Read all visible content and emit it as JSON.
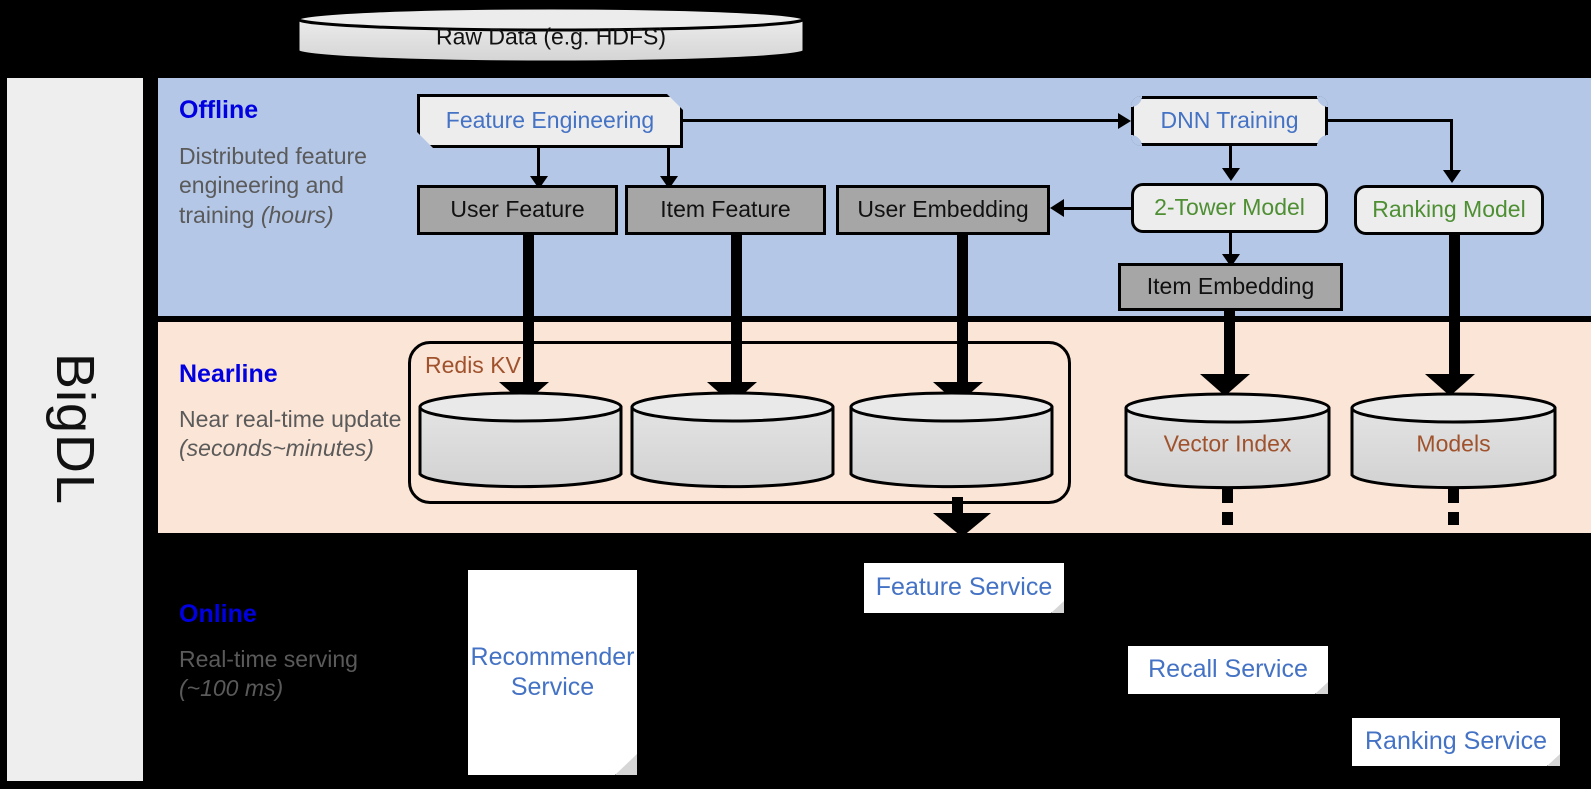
{
  "framework": {
    "name": "BigDL"
  },
  "top_source": {
    "label": "Raw Data (e.g. HDFS)"
  },
  "bands": {
    "offline": {
      "title": "Offline",
      "description": "Distributed feature engineering and training (hours)",
      "desc_plain": "Distributed feature engineering and training ",
      "desc_italic": "(hours)",
      "bg": "#b4c7e7",
      "title_color": "#0000e0"
    },
    "nearline": {
      "title": "Nearline",
      "description": "Near real-time update (seconds~minutes)",
      "desc_plain": "Near real-time update ",
      "desc_italic": "(seconds~minutes)",
      "bg": "#fbe5d6",
      "title_color": "#0000e0"
    },
    "online": {
      "title": "Online",
      "description": "Real-time serving (~100 ms)",
      "desc_plain": "Real-time serving ",
      "desc_italic": "(~100 ms)",
      "bg": "#000000",
      "title_color": "#1a1aff"
    }
  },
  "offline_nodes": {
    "feature_engineering": {
      "label": "Feature Engineering",
      "text_color": "#4472c4",
      "fill": "#ededed"
    },
    "dnn_training": {
      "label": "DNN Training",
      "text_color": "#4472c4",
      "fill": "#ededed"
    },
    "two_tower_model": {
      "label": "2-Tower Model",
      "text_color": "#4e8f33",
      "fill": "#ededed"
    },
    "ranking_model": {
      "label": "Ranking Model",
      "text_color": "#4e8f33",
      "fill": "#ededed"
    },
    "user_feature": {
      "label": "User Feature",
      "fill": "#a6a6a6"
    },
    "item_feature": {
      "label": "Item Feature",
      "fill": "#a6a6a6"
    },
    "user_embedding": {
      "label": "User Embedding",
      "fill": "#a6a6a6"
    },
    "item_embedding": {
      "label": "Item Embedding",
      "fill": "#a6a6a6"
    }
  },
  "nearline_nodes": {
    "redis_kv": {
      "label": "Redis KV",
      "text_color": "#a0522d"
    },
    "store_user_feature": {
      "label": ""
    },
    "store_item_feature": {
      "label": ""
    },
    "store_user_embedding": {
      "label": ""
    },
    "vector_index": {
      "label": "Vector Index",
      "text_color": "#a0522d"
    },
    "models": {
      "label": "Models",
      "text_color": "#a0522d"
    }
  },
  "online_nodes": {
    "recommender_service": {
      "label": "Recommender Service",
      "text_color": "#4472c4"
    },
    "feature_service": {
      "label": "Feature Service",
      "text_color": "#4472c4"
    },
    "recall_service": {
      "label": "Recall Service",
      "text_color": "#4472c4"
    },
    "ranking_service": {
      "label": "Ranking Service",
      "text_color": "#4472c4"
    }
  }
}
